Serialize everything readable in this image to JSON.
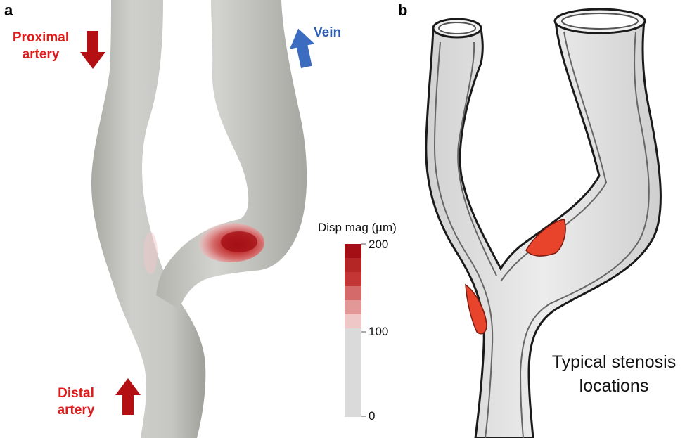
{
  "panel_a": {
    "letter": "a",
    "proximal_label": [
      "Proximal",
      "artery"
    ],
    "distal_label": [
      "Distal",
      "artery"
    ],
    "vein_label": "Vein",
    "colorbar": {
      "title": "Disp mag (µm)",
      "ticks": [
        "200",
        "100",
        "0"
      ],
      "colors_top_to_bottom": [
        "#a30f14",
        "#c43636",
        "#d46a6a",
        "#e39898",
        "#efc7c7",
        "#dadada"
      ]
    },
    "colors": {
      "vessel": "#c9c9c4",
      "arrow_red": "#b40f12",
      "arrow_blue": "#3b6cc0"
    }
  },
  "panel_b": {
    "letter": "b",
    "caption": [
      "Typical stenosis",
      "locations"
    ],
    "colors": {
      "vessel_fill": "#e4e4e4",
      "outline": "#1a1a1a",
      "stenosis": "#e8442c"
    }
  }
}
